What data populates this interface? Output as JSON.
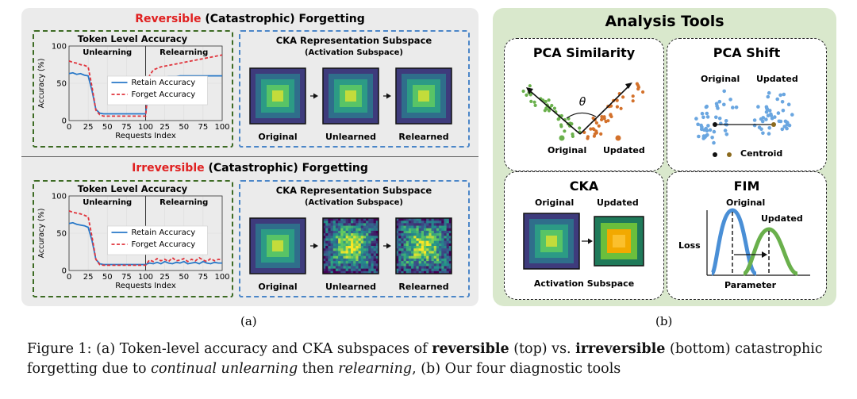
{
  "panel_a": {
    "top": {
      "title_highlight": "Reversible",
      "title_rest": " (Catastrophic) Forgetting",
      "chart_title": "Token Level Accuracy",
      "cka_title": "CKA Representation Subspace",
      "cka_subtitle": "(Activation Subspace)",
      "stages": [
        "Original",
        "Unlearned",
        "Relearned"
      ]
    },
    "bottom": {
      "title_highlight": "Irreversible",
      "title_rest": " (Catastrophic) Forgetting",
      "chart_title": "Token Level Accuracy",
      "cka_title": "CKA Representation Subspace",
      "cka_subtitle": "(Activation Subspace)",
      "stages": [
        "Original",
        "Unlearned",
        "Relearned"
      ]
    },
    "label": "(a)"
  },
  "panel_b": {
    "title": "Analysis Tools",
    "pca_similarity": {
      "title": "PCA Similarity",
      "angle_symbol": "θ",
      "legend": [
        "Original",
        "Updated"
      ]
    },
    "pca_shift": {
      "title": "PCA Shift",
      "labels": [
        "Original",
        "Updated"
      ],
      "centroid_label": "Centroid"
    },
    "cka": {
      "title": "CKA",
      "labels": [
        "Original",
        "Updated"
      ],
      "footer": "Activation Subspace"
    },
    "fim": {
      "title": "FIM",
      "labels": [
        "Original",
        "Updated"
      ],
      "ylabel": "Loss",
      "xlabel": "Parameter"
    },
    "label": "(b)"
  },
  "colors": {
    "retain": "#2878c8",
    "forget": "#e0343c",
    "original_pts": "#6ab04c",
    "updated_pts": "#d3712b",
    "blue_curve": "#4a8fd6",
    "green_curve": "#6ab04c"
  },
  "caption": {
    "p1": "Figure 1: (a) Token-level accuracy and CKA subspaces of ",
    "b1": "reversible",
    "p2": " (top) vs. ",
    "b2": "irreversible",
    "p3": " (bottom) catastrophic forgetting due to ",
    "i1": "continual unlearning",
    "p4": " then ",
    "i2": "relearning",
    "p5": ", (b) Our four diagnostic tools"
  },
  "chart_data": [
    {
      "type": "line",
      "title": "Token Level Accuracy",
      "region_labels": [
        "Unlearning",
        "Relearning"
      ],
      "xlabel": "Requests Index",
      "ylabel": "Accuracy (%)",
      "xtick_labels": [
        "0",
        "25",
        "50",
        "75",
        "100",
        "25",
        "50",
        "75",
        "100"
      ],
      "yticks": [
        0,
        50,
        100
      ],
      "ylim": [
        0,
        100
      ],
      "series": [
        {
          "name": "Retain Accuracy",
          "phase1": [
            63,
            64,
            62,
            63,
            61,
            60,
            40,
            15,
            10,
            9,
            9,
            9,
            9,
            9,
            9,
            9,
            9,
            9,
            9,
            9,
            9
          ],
          "phase2": [
            9,
            50,
            55,
            57,
            58,
            58,
            59,
            59,
            59,
            60,
            60,
            60,
            60,
            60,
            60,
            60,
            60,
            60,
            60,
            60,
            60
          ]
        },
        {
          "name": "Forget Accuracy",
          "phase1": [
            80,
            78,
            77,
            75,
            74,
            72,
            45,
            14,
            8,
            6,
            6,
            6,
            6,
            6,
            6,
            6,
            6,
            6,
            6,
            6,
            6
          ],
          "phase2": [
            6,
            60,
            68,
            70,
            72,
            73,
            74,
            75,
            76,
            77,
            78,
            79,
            80,
            81,
            82,
            83,
            84,
            85,
            86,
            87,
            88
          ]
        }
      ]
    },
    {
      "type": "line",
      "title": "Token Level Accuracy",
      "region_labels": [
        "Unlearning",
        "Relearning"
      ],
      "xlabel": "Requests Index",
      "ylabel": "Accuracy (%)",
      "xtick_labels": [
        "0",
        "25",
        "50",
        "75",
        "100",
        "25",
        "50",
        "75",
        "100"
      ],
      "yticks": [
        0,
        50,
        100
      ],
      "ylim": [
        0,
        100
      ],
      "series": [
        {
          "name": "Retain Accuracy",
          "phase1": [
            63,
            64,
            62,
            61,
            60,
            58,
            40,
            15,
            9,
            8,
            8,
            8,
            8,
            8,
            8,
            8,
            8,
            8,
            8,
            8,
            8
          ],
          "phase2": [
            8,
            10,
            9,
            11,
            9,
            12,
            10,
            9,
            11,
            10,
            12,
            9,
            10,
            11,
            9,
            12,
            10,
            9,
            11,
            10,
            10
          ]
        },
        {
          "name": "Forget Accuracy",
          "phase1": [
            80,
            78,
            77,
            76,
            74,
            72,
            45,
            15,
            8,
            7,
            7,
            7,
            7,
            7,
            7,
            7,
            7,
            7,
            7,
            7,
            7
          ],
          "phase2": [
            7,
            14,
            12,
            16,
            13,
            15,
            12,
            17,
            13,
            14,
            16,
            12,
            15,
            13,
            17,
            14,
            12,
            16,
            13,
            15,
            14
          ]
        }
      ]
    }
  ]
}
